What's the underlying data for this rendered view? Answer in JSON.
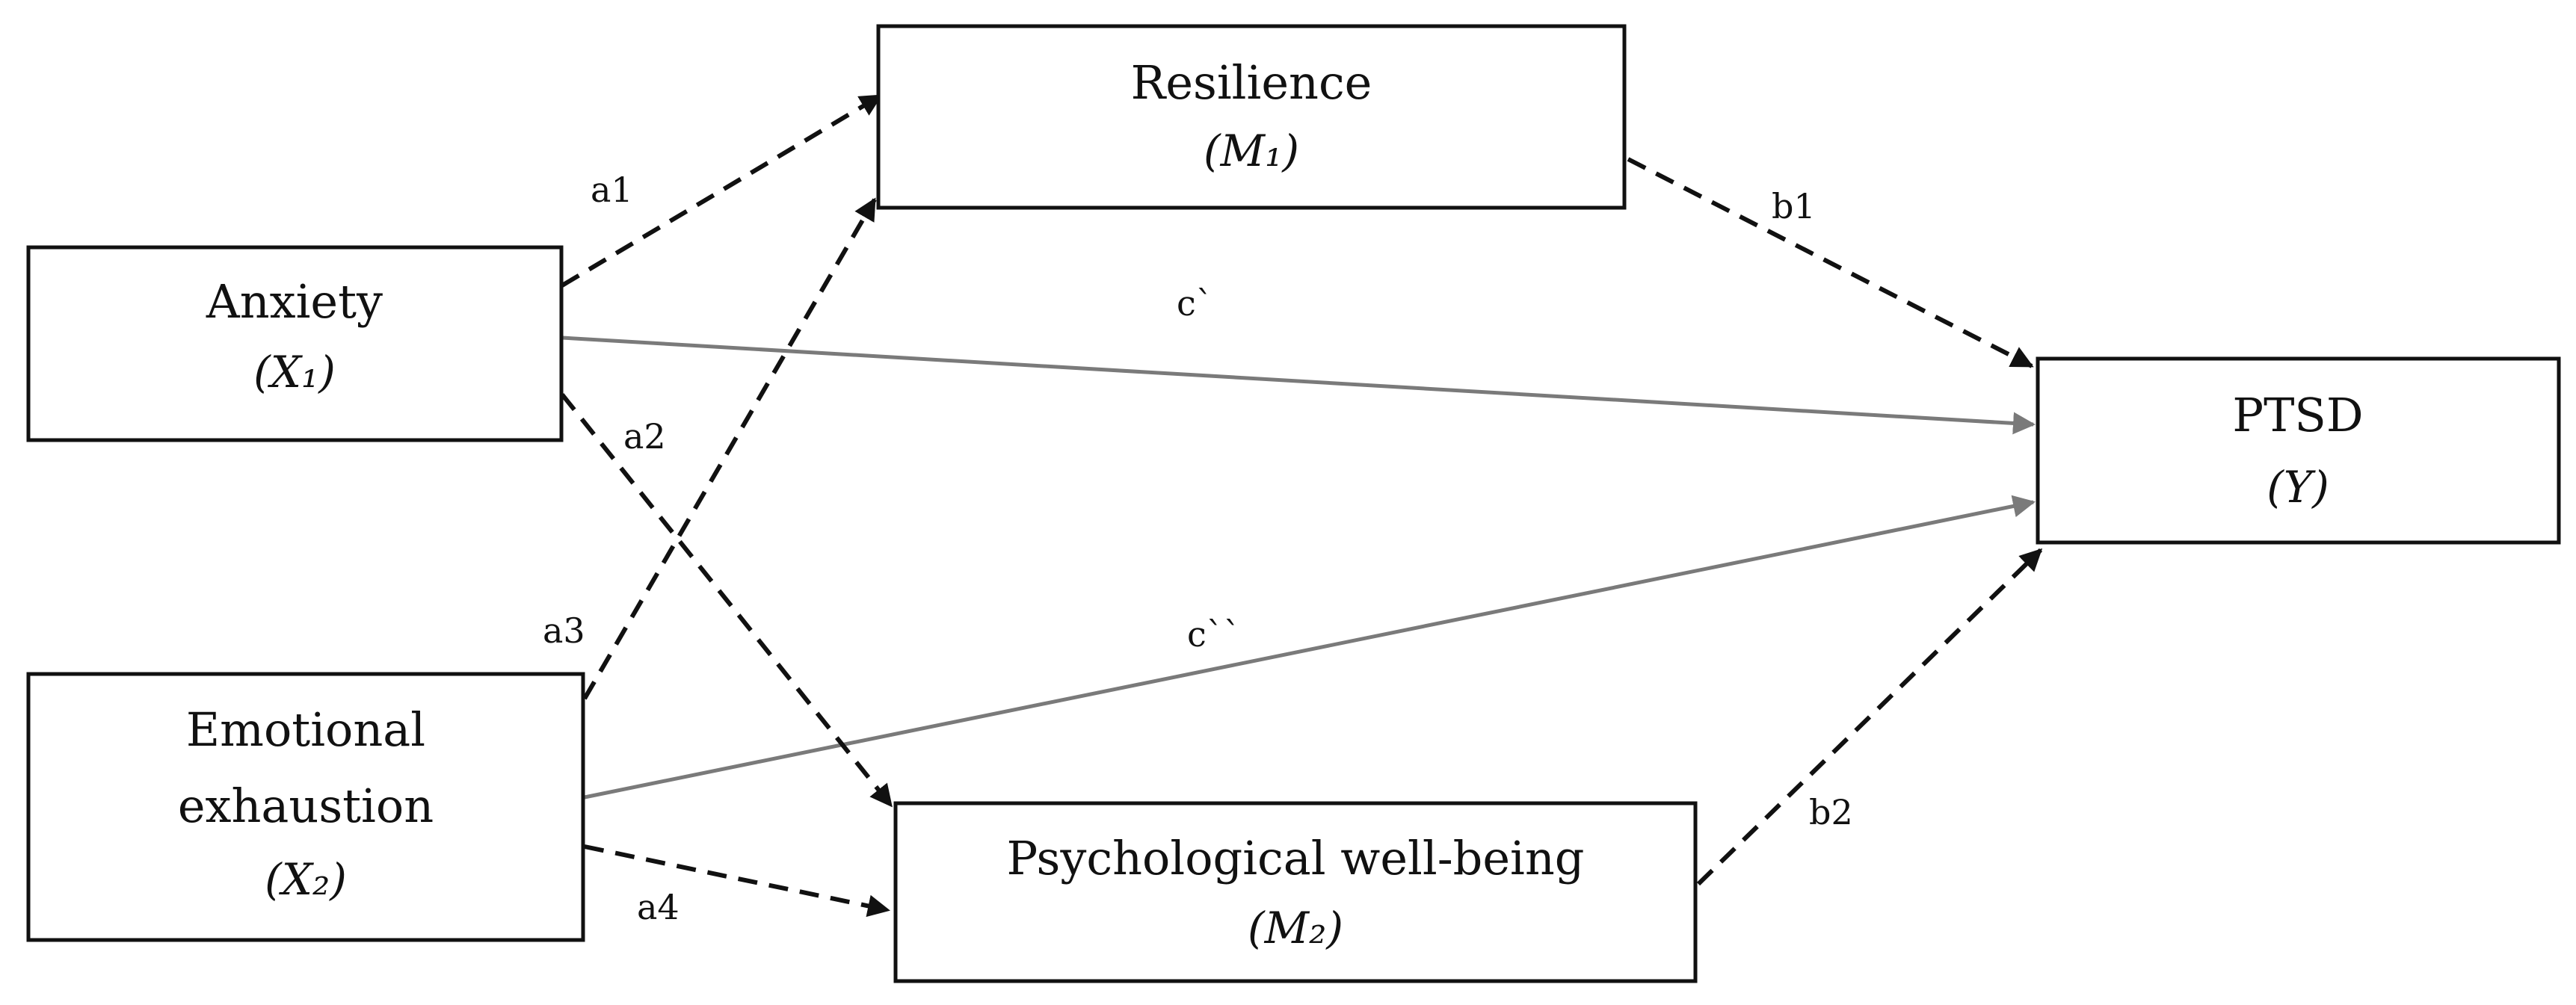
{
  "nodes": {
    "resilience": {
      "title": "Resilience",
      "subtitle": "(M₁)"
    },
    "anxiety": {
      "title": "Anxiety",
      "subtitle": "(X₁)"
    },
    "ptsd": {
      "title": "PTSD",
      "subtitle": "(Y)"
    },
    "exhaustion": {
      "title_line1": "Emotional",
      "title_line2": "exhaustion",
      "subtitle": "(X₂)"
    },
    "wellbeing": {
      "title": "Psychological well-being",
      "subtitle": "(M₂)"
    }
  },
  "paths": {
    "a1": "a1",
    "a2": "a2",
    "a3": "a3",
    "a4": "a4",
    "b1": "b1",
    "b2": "b2",
    "c1": "c`",
    "c2": "c``"
  },
  "colors": {
    "indirect_path": "#111111",
    "direct_path": "#7a7a7a"
  }
}
